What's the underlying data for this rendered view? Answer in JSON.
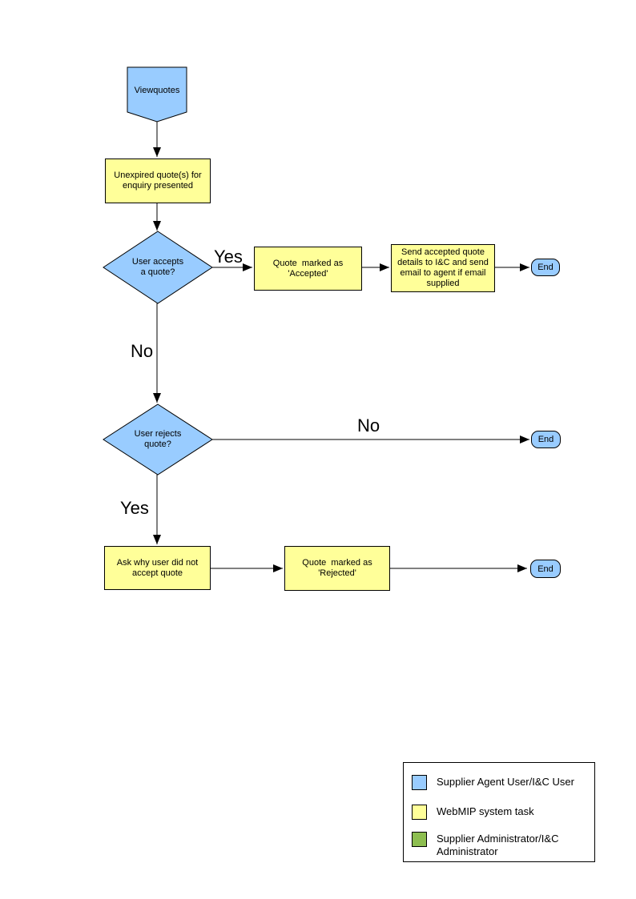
{
  "colors": {
    "user_blue": "#99CCFF",
    "task_yellow": "#FFFF99",
    "admin_green": "#8DBE50",
    "line_black": "#000000"
  },
  "nodes": {
    "start": {
      "label": "Viewquotes"
    },
    "quotes_presented": {
      "label": "Unexpired quote(s) for\nenquiry presented"
    },
    "accepts_decision": {
      "label": "User accepts\na quote?"
    },
    "marked_accepted": {
      "label": "Quote  marked as\n'Accepted'"
    },
    "send_details": {
      "label": "Send accepted quote\ndetails to I&C and send\nemail to agent if email\nsupplied"
    },
    "end_accepted": {
      "label": "End"
    },
    "rejects_decision": {
      "label": "User rejects\nquote?"
    },
    "end_not_rejected": {
      "label": "End"
    },
    "ask_why": {
      "label": "Ask why user did not\naccept quote"
    },
    "marked_rejected": {
      "label": "Quote  marked as\n'Rejected'"
    },
    "end_rejected": {
      "label": "End"
    }
  },
  "edges": {
    "accepts_yes": "Yes",
    "accepts_no": "No",
    "rejects_no": "No",
    "rejects_yes": "Yes"
  },
  "legend": {
    "items": [
      {
        "label": "Supplier Agent User/I&C User"
      },
      {
        "label": "WebMIP system task"
      },
      {
        "label": "Supplier Administrator/I&C\nAdministrator"
      }
    ]
  }
}
